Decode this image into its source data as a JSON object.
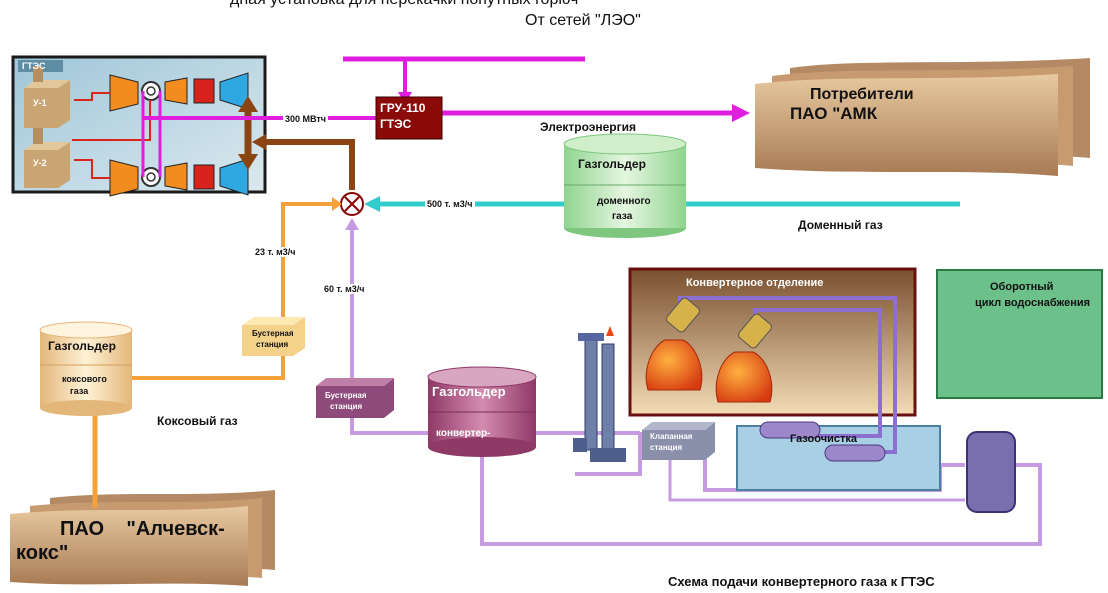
{
  "top_caption_partial": "дная установка для перекачки попутных горюч",
  "top_caption": "От сетей \"ЛЭО\"",
  "gtes": {
    "title": "ГТЭС",
    "unit1": "У-1",
    "unit2": "У-2"
  },
  "power_rate": "300 МВтч",
  "gru": {
    "line1": "ГРУ-110",
    "line2": "ГТЭС"
  },
  "consumers": {
    "line1": "Потребители",
    "line2": "ПАО \"АМК"
  },
  "electricity": "Электроэнергия",
  "blast_holder": {
    "line1": "Газгольдер",
    "line2": "доменного",
    "line3": "газа"
  },
  "blast_rate": "500 т. м3/ч",
  "blast_gas": "Доменный газ",
  "coke_rate": "23 т. м3/ч",
  "conv_rate": "60 т. м3/ч",
  "booster1": {
    "line1": "Бустерная",
    "line2": "станция"
  },
  "coke_holder": {
    "line1": "Газгольдер",
    "line2": "коксового",
    "line3": "газа"
  },
  "coke_gas": "Коксовый газ",
  "booster2": {
    "line1": "Бустерная",
    "line2": "станция"
  },
  "conv_holder": {
    "line1": "Газгольдер",
    "line2": "конвертер-"
  },
  "converter_dept": "Конвертерное отделение",
  "water": {
    "line1": "Оборотный",
    "line2": "цикл водоснабжения"
  },
  "valve_station": {
    "line1": "Клапанная",
    "line2": "станция"
  },
  "gas_cleaning": "Газоочистка",
  "alchevsk": {
    "line1": "ПАО    \"Алчевск-",
    "line2": "кокс\""
  },
  "bottom_caption": "Схема подачи конвертерного газа к ГТЭС",
  "colors": {
    "electric": "#e01ee0",
    "blast": "#33cccc",
    "coke": "#f5a13a",
    "converter": "#c79be0",
    "heat": "#8b4513",
    "red": "#d9261c"
  }
}
